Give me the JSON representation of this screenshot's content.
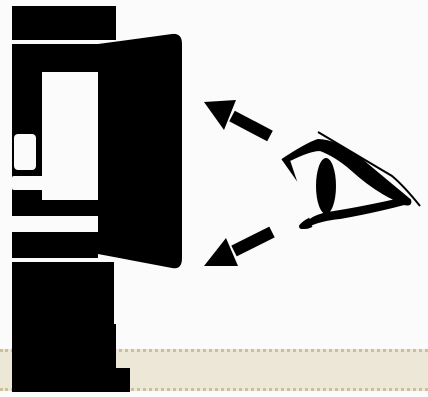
{
  "diagram": {
    "theme": {
      "ink": "#000000",
      "background": "#fbfbfb",
      "band_fill": "#ede7d7",
      "band_border": "#cdbf98"
    },
    "elements": [
      {
        "name": "monitor-housing",
        "kind": "pictogram"
      },
      {
        "name": "display-panel",
        "kind": "pictogram"
      },
      {
        "name": "arrow-to-upper-display",
        "kind": "arrow",
        "direction": "up-left"
      },
      {
        "name": "arrow-to-lower-display",
        "kind": "arrow",
        "direction": "down-left"
      },
      {
        "name": "eye-icon",
        "kind": "icon"
      }
    ]
  }
}
